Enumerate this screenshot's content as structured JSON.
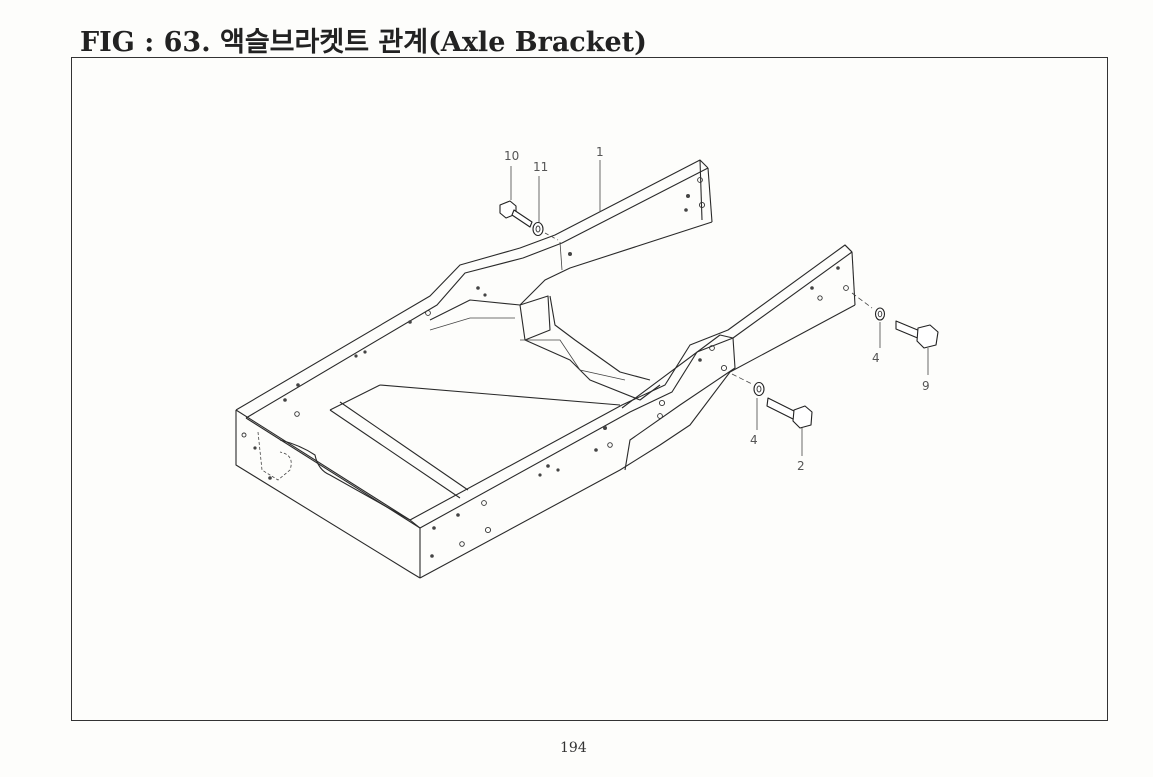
{
  "header": {
    "title": "FIG : 63. 액슬브라켓트 관계(Axle Bracket)"
  },
  "callouts": {
    "c10": "10",
    "c11": "11",
    "c1": "1",
    "c4a": "4",
    "c9": "9",
    "c4b": "4",
    "c2": "2"
  },
  "footer": {
    "page_number": "194"
  }
}
